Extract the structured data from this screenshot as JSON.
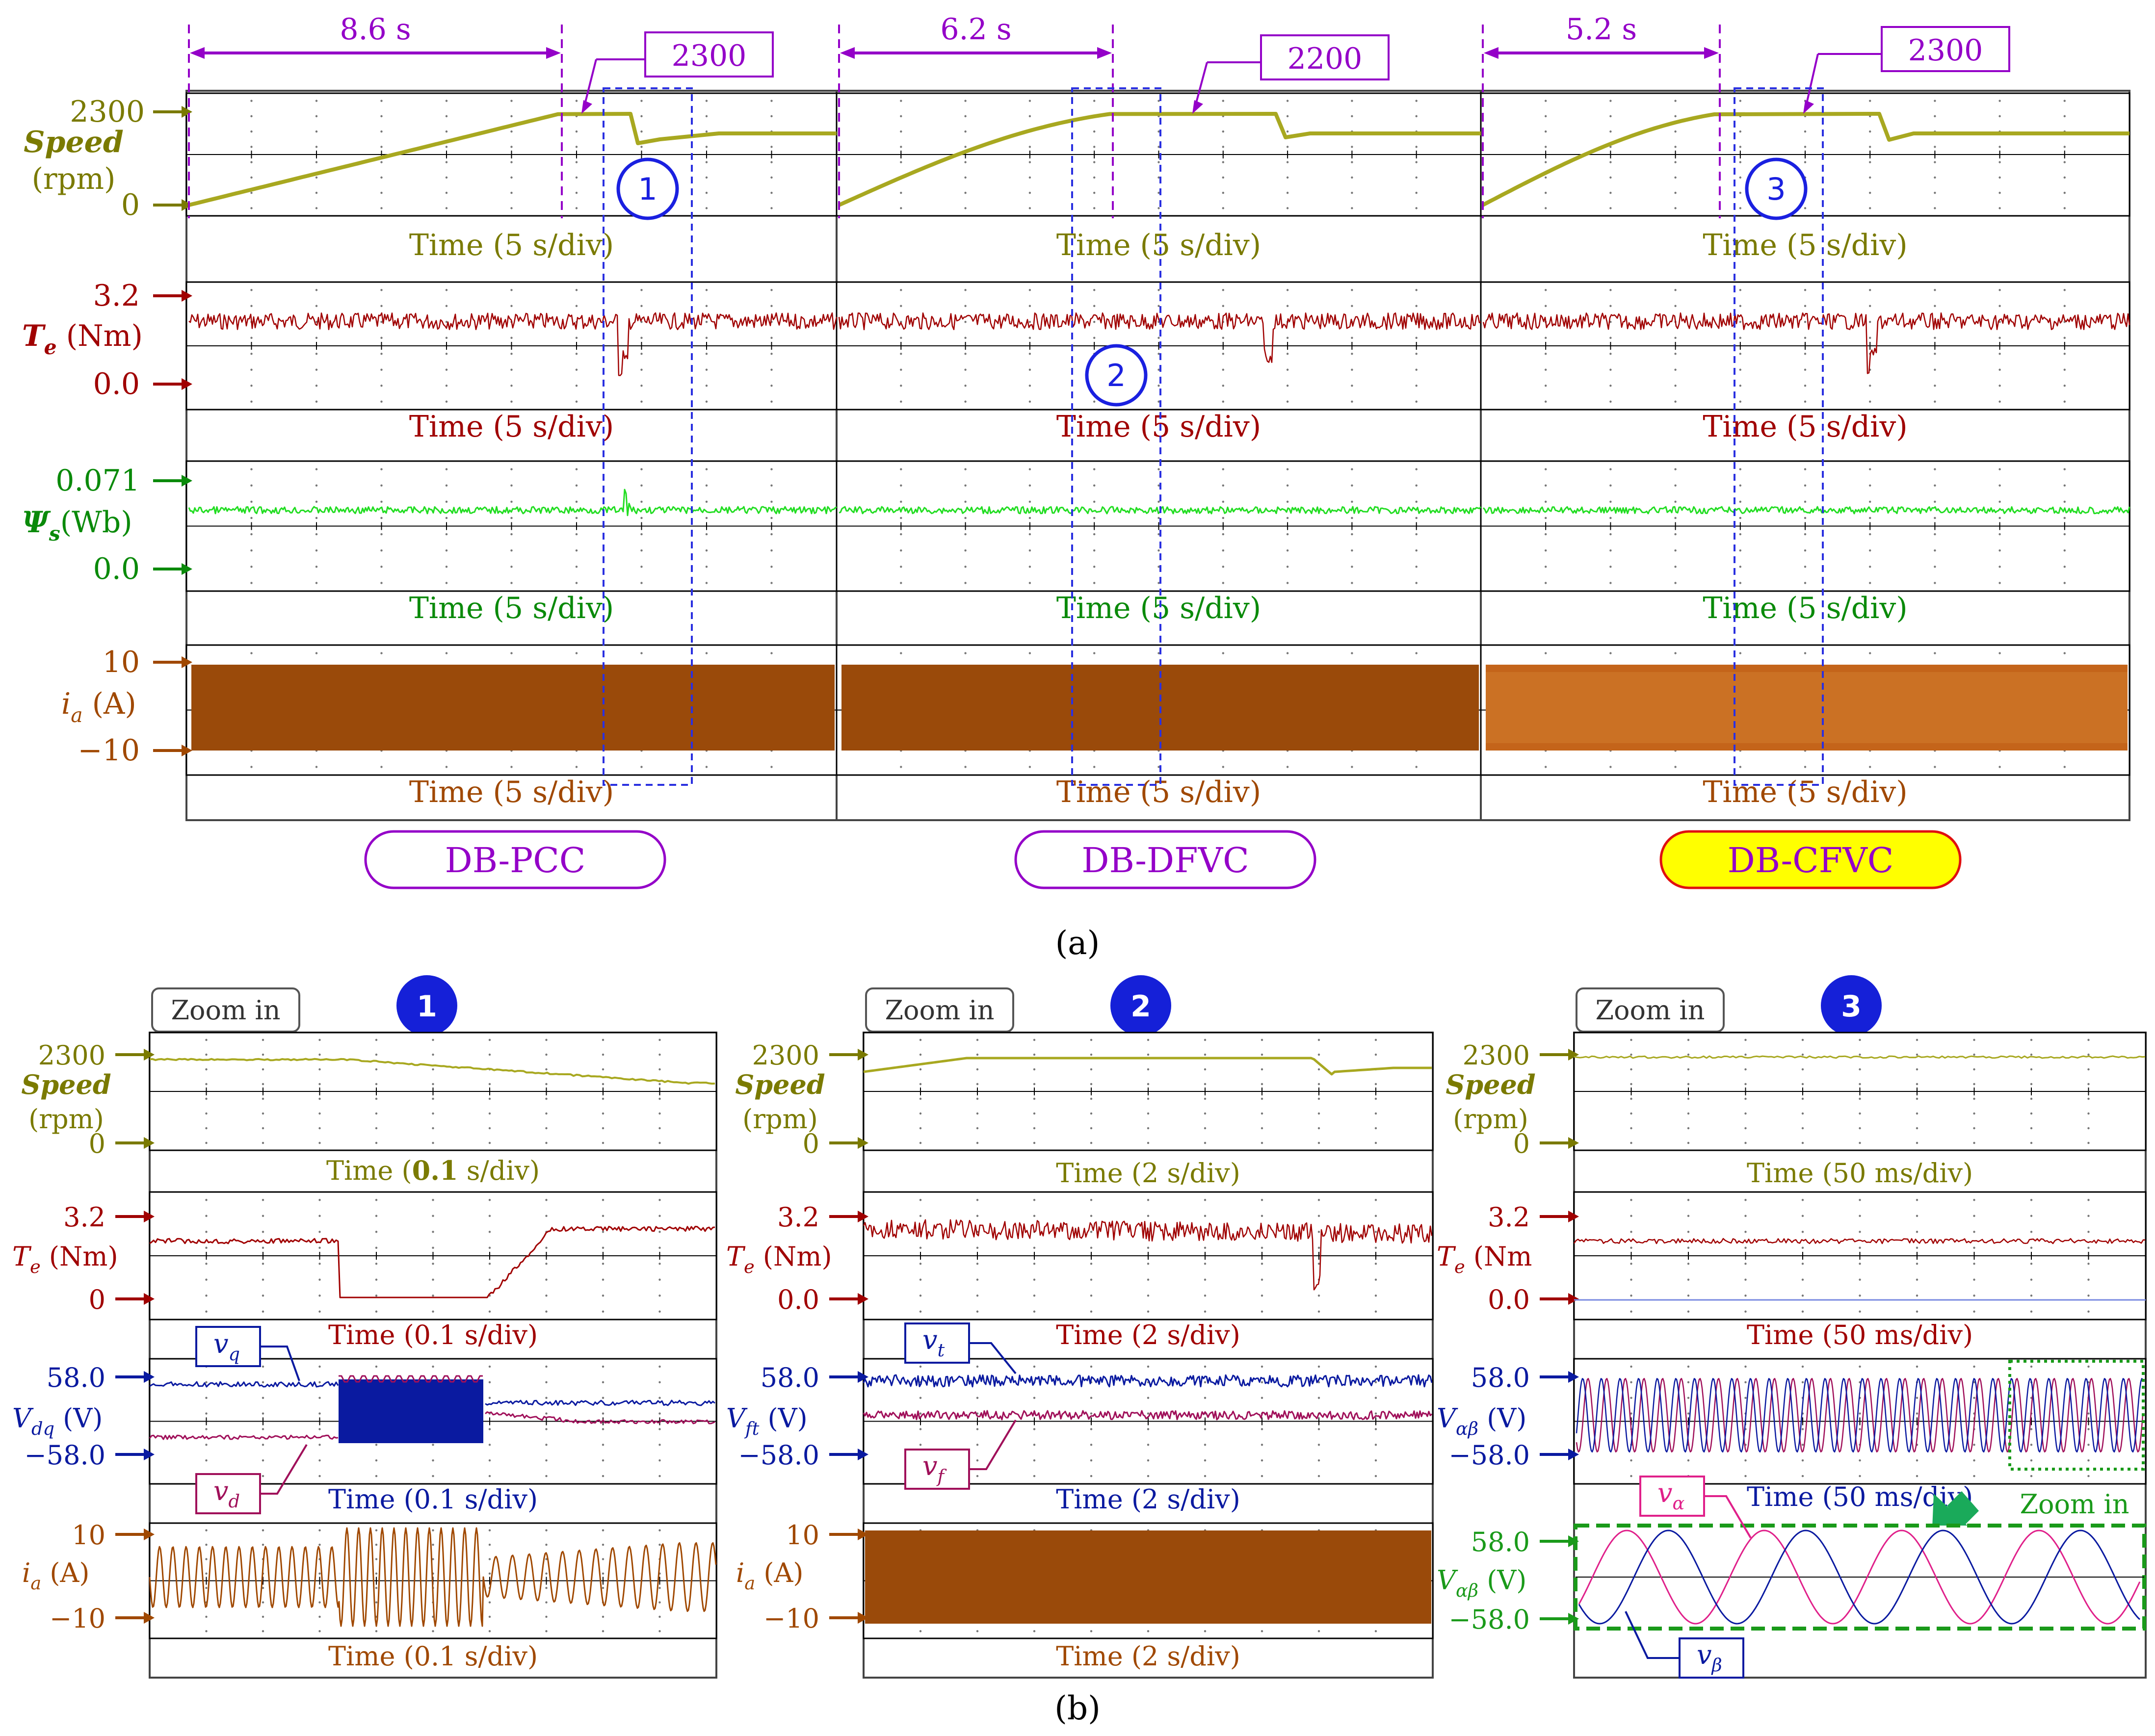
{
  "colors": {
    "speed": "#7a7a00",
    "speed_trace": "#a8a820",
    "torque": "#a00000",
    "flux": "#0a8a0a",
    "flux_trace": "#22dd22",
    "current": "#a04800",
    "current_trace": "#9a4a0a",
    "voltage": "#0a1aa0",
    "voltage2": "#a0105a",
    "magenta": "#e0208a",
    "purple": "#9400c8",
    "highlight": "#ffff00",
    "zoom_green": "#1a9a1a",
    "badge_blue": "#1520d8"
  },
  "part_a": {
    "caption": "(a)",
    "channel_labels": {
      "speed": "Speed",
      "speed_unit": "(rpm)",
      "te": "T",
      "te_sub": "e",
      "te_unit": " (Nm)",
      "psi": "Ψ",
      "psi_sub": "s",
      "psi_unit": "(Wb)",
      "ia": "i",
      "ia_sub": "a",
      "ia_unit": " (A)"
    },
    "ticks": {
      "speed_hi": "2300",
      "speed_lo": "0",
      "te_hi": "3.2",
      "te_lo": "0.0",
      "psi_hi": "0.071",
      "psi_lo": "0.0",
      "ia_hi": "10",
      "ia_lo": "−10"
    },
    "time_label": "Time (5 s/div)",
    "methods": [
      {
        "name": "DB-PCC",
        "ramp_time": "8.6 s",
        "peak": "2300",
        "highlight": false
      },
      {
        "name": "DB-DFVC",
        "ramp_time": "6.2 s",
        "peak": "2200",
        "highlight": false
      },
      {
        "name": "DB-CFVC",
        "ramp_time": "5.2 s",
        "peak": "2300",
        "highlight": true
      }
    ],
    "zone_badges": [
      "1",
      "2",
      "3"
    ]
  },
  "part_b": {
    "caption": "(b)",
    "zoom_label": "Zoom in",
    "panels": [
      {
        "badge": "1",
        "speed_hi": "2300",
        "speed_lo": "0",
        "te_hi": "3.2",
        "te_lo": "0",
        "te_unit": " (Nm)",
        "v_hi": "58.0",
        "v_lo": "−58.0",
        "v_label": "V",
        "v_sub": "dq",
        "v_unit": " (V)",
        "v1": "v",
        "v1_sub": "q",
        "v2": "v",
        "v2_sub": "d",
        "ia_hi": "10",
        "ia_lo": "−10",
        "t1": "Time (",
        "t1_bold": "0.1",
        "t1_end": " s/div)",
        "t_plain": "Time (0.1 s/div)"
      },
      {
        "badge": "2",
        "speed_hi": "2300",
        "speed_lo": "0",
        "te_hi": "3.2",
        "te_lo": "0.0",
        "te_unit": " (Nm)",
        "v_hi": "58.0",
        "v_lo": "−58.0",
        "v_label": "V",
        "v_sub": "ft",
        "v_unit": " (V)",
        "v1": "v",
        "v1_sub": "t",
        "v2": "v",
        "v2_sub": "f",
        "ia_hi": "10",
        "ia_lo": "−10",
        "t_plain": "Time (2 s/div)"
      },
      {
        "badge": "3",
        "speed_hi": "2300",
        "speed_lo": "0",
        "te_hi": "3.2",
        "te_lo": "0.0",
        "te_unit": " (Nm",
        "v_hi": "58.0",
        "v_lo": "−58.0",
        "v_label": "V",
        "v_sub": "αβ",
        "v_unit": " (V)",
        "v1": "v",
        "v1_sub": "α",
        "v2": "v",
        "v2_sub": "β",
        "zoom2_hi": "58.0",
        "zoom2_lo": "−58.0",
        "t_plain": "Time (50 ms/div)",
        "zoom2_label": "Zoom in"
      }
    ]
  },
  "chart_data": {
    "type": "line",
    "title": "",
    "panels": [
      {
        "method": "DB-PCC",
        "speed_ramp_s": 8.6,
        "speed_peak_rpm": 2300
      },
      {
        "method": "DB-DFVC",
        "speed_ramp_s": 6.2,
        "speed_peak_rpm": 2200
      },
      {
        "method": "DB-CFVC",
        "speed_ramp_s": 5.2,
        "speed_peak_rpm": 2300
      }
    ],
    "axes": {
      "speed_rpm": [
        0,
        2300
      ],
      "te_nm": [
        0.0,
        3.2
      ],
      "psi_wb": [
        0.0,
        0.071
      ],
      "ia_a": [
        -10,
        10
      ],
      "v": [
        -58.0,
        58.0
      ]
    }
  }
}
